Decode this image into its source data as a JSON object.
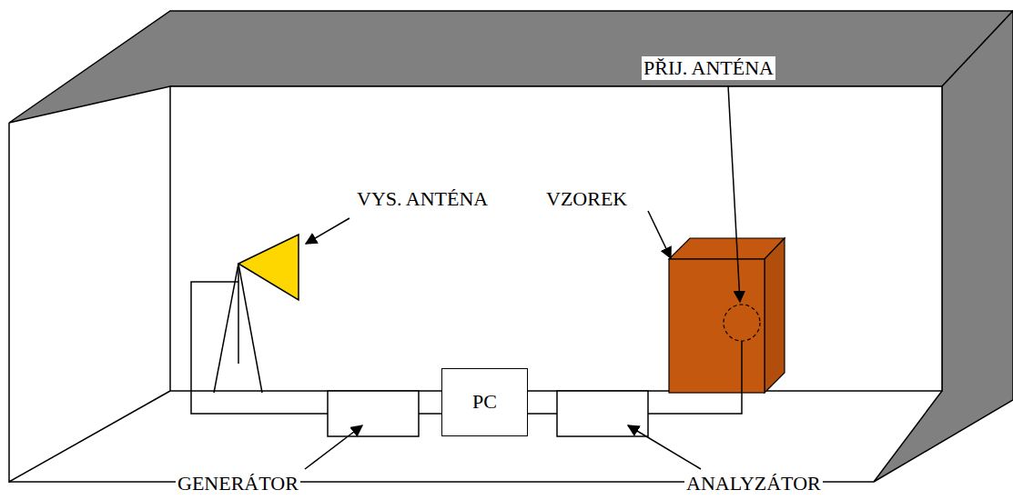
{
  "diagram": {
    "nodes": [
      {
        "text": [
          "PC"
        ]
      }
    ],
    "labels": [
      "VYS. ANTÉNA",
      "PŘIJ. ANTÉNA",
      "VZOREK",
      "GENERÁTOR",
      "ANALYZÁTOR"
    ]
  }
}
